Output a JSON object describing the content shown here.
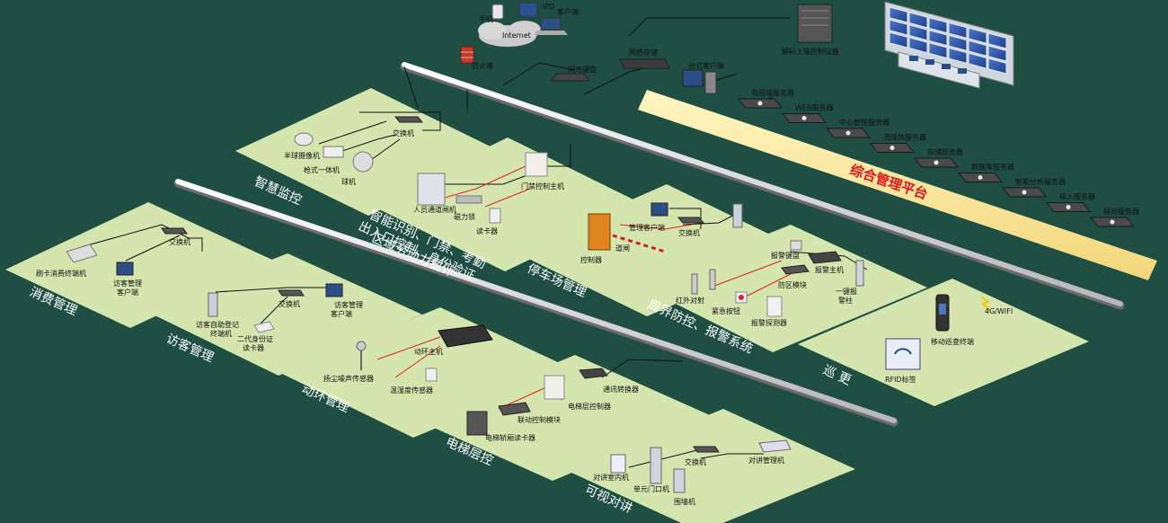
{
  "header": {
    "devices": {
      "phone": "手机",
      "ipad": "IPD",
      "client": "客户端",
      "internet": "Internet",
      "firewall": "防火墙",
      "network_keyboard": "网络键盘",
      "network_storage": "网络存储",
      "desktop_client": "台式客户端",
      "decoder": "解码上墙控制设备"
    }
  },
  "platform": {
    "banner": "综合管理平台",
    "servers": [
      "电视墙服务器",
      "WEB服务器",
      "中心管理服务器",
      "流媒体服务器",
      "存储服务器",
      "数据库服务器",
      "智能分析服务器",
      "接入服务器",
      "联动服务器"
    ]
  },
  "zones": {
    "surveillance": {
      "title": "智慧监控",
      "labels": [
        "交换机",
        "半球摄像机",
        "枪式一体机",
        "球机"
      ]
    },
    "access": {
      "title_lines": [
        "智能识别、门禁、考勤",
        "出入口控制、身份验证",
        "区域劳动力统计"
      ],
      "labels": [
        "门禁控制主机",
        "人员通道闸机",
        "磁力锁",
        "读卡器"
      ]
    },
    "parking": {
      "title": "停车场管理",
      "labels": [
        "管理客户端",
        "交换机",
        "道闸",
        "控制器"
      ]
    },
    "consumption": {
      "title": "消费管理",
      "labels": [
        "交换机",
        "刷卡消费终端机",
        "访客管理",
        "客户端"
      ]
    },
    "visitor": {
      "title": "访客管理",
      "labels": [
        "交换机",
        "访客管理",
        "客户端",
        "访客自助登记",
        "终端机",
        "二代身份证",
        "读卡器"
      ]
    },
    "environment": {
      "title": "动环管理",
      "labels": [
        "动环主机",
        "扬尘噪声传感器",
        "温湿度传感器"
      ]
    },
    "perimeter": {
      "title": "周界防控、报警系统",
      "labels": [
        "报警键盘",
        "报警主机",
        "防区模块",
        "红外对射",
        "紧急按钮",
        "报警探测器",
        "一键报",
        "警柱"
      ]
    },
    "patrol": {
      "title": "巡  更",
      "labels": [
        "4G/WIFI",
        "移动巡查终端",
        "RFID标签"
      ]
    },
    "elevator": {
      "title": "电梯层控",
      "labels": [
        "通讯转换器",
        "电梯层控制器",
        "联动控制模块",
        "电梯轿厢读卡器"
      ]
    },
    "intercom": {
      "title": "可视对讲",
      "labels": [
        "交换机",
        "对讲管理机",
        "对讲室内机",
        "单元门口机",
        "围墙机"
      ]
    }
  }
}
